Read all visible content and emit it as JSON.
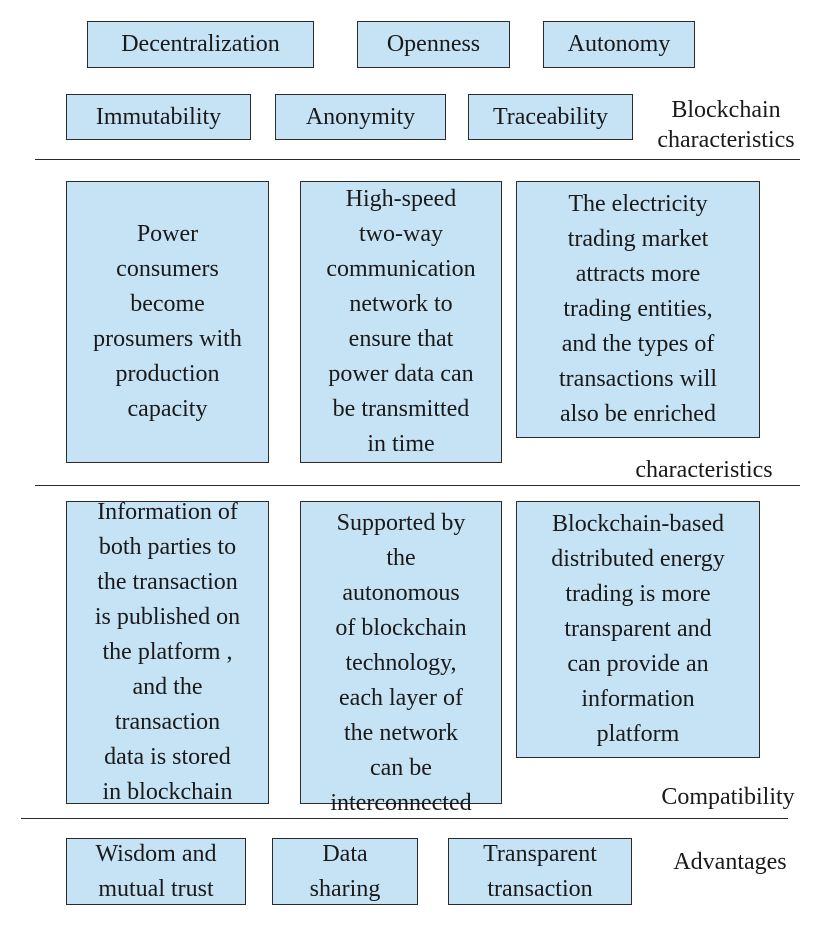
{
  "sections": {
    "blockchain": {
      "boxes": [
        "Decentralization",
        "Openness",
        "Autonomy",
        "Immutability",
        "Anonymity",
        "Traceability"
      ],
      "label": "Blockchain\ncharacteristics"
    },
    "energy": {
      "boxes": [
        "Power\nconsumers\nbecome\nprosumers with\nproduction\ncapacity",
        "High-speed\ntwo-way\ncommunication\nnetwork to\nensure that\npower data can\nbe transmitted\nin time",
        "The electricity\ntrading market\nattracts more\ntrading entities,\nand the types of\ntransactions will\nalso be enriched"
      ],
      "label": "characteristics"
    },
    "compatibility": {
      "boxes": [
        "Information of\nboth parties to\nthe transaction\nis published on\nthe platform ,\nand the\ntransaction\ndata is stored\nin blockchain",
        "Supported by\nthe\nautonomous\nof blockchain\ntechnology,\neach layer of\nthe network\ncan be\ninterconnected",
        "Blockchain-based\ndistributed energy\ntrading is more\ntransparent and\ncan provide an\ninformation\nplatform"
      ],
      "label": "Compatibility"
    },
    "advantages": {
      "boxes": [
        "Wisdom and\nmutual trust",
        "Data\nsharing",
        "Transparent\ntransaction"
      ],
      "label": "Advantages"
    }
  }
}
